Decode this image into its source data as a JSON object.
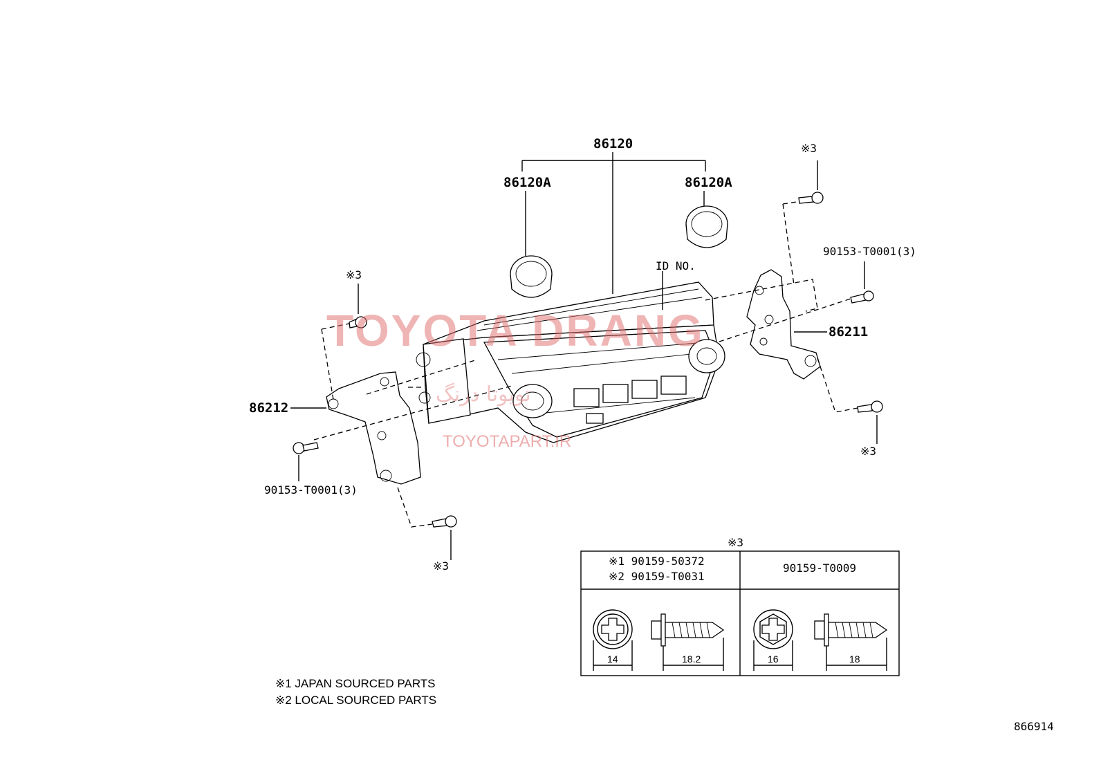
{
  "parts": {
    "radio_assembly": "86120",
    "knob_left": "86120A",
    "knob_right": "86120A",
    "id_no": "ID NO.",
    "bracket_right": "86211",
    "bracket_left": "86212",
    "screw_right_top": "90153-T0001(3)",
    "screw_left_bottom": "90153-T0001(3)",
    "ref_mark": "※3"
  },
  "table": {
    "header": "※3",
    "col1_line1": "※1 90159-50372",
    "col1_line2": "※2 90159-T0031",
    "col2": "90159-T0009",
    "dims": [
      "14",
      "18.2",
      "16",
      "18"
    ]
  },
  "notes": {
    "note1": "※1 JAPAN SOURCED PARTS",
    "note2": "※2 LOCAL SOURCED PARTS"
  },
  "diagram_id": "866914",
  "watermark": {
    "brand": "TOYOTA DRANG",
    "persian": "تویوتا درنگ",
    "url": "TOYOTAPART.IR"
  }
}
